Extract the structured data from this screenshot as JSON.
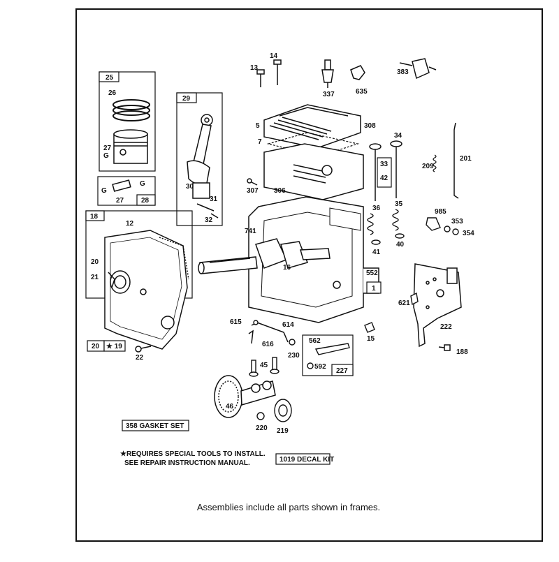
{
  "caption": "Assemblies include all parts shown in frames.",
  "notes": {
    "special_tools_line1": "★REQUIRES SPECIAL TOOLS TO INSTALL.",
    "special_tools_line2": "SEE REPAIR INSTRUCTION MANUAL.",
    "gasket_set": "358  GASKET SET",
    "decal_kit": "1019 DECAL KIT"
  },
  "frames": {
    "f25": "25",
    "f29": "29",
    "f28": "28",
    "f18": "18",
    "f20": "20",
    "f19": "★ 19",
    "f33": "33",
    "f1": "1",
    "f227": "227"
  },
  "parts": {
    "p13": "13",
    "p14": "14",
    "p337": "337",
    "p635": "635",
    "p383": "383",
    "p26": "26",
    "p27a": "27",
    "p27b": "27",
    "p30": "30",
    "p31": "31",
    "p32": "32",
    "p5": "5",
    "p7": "7",
    "p308": "308",
    "p34": "34",
    "p201": "201",
    "p209": "209",
    "p42": "42",
    "p307": "307",
    "p306": "306",
    "p36": "36",
    "p35": "35",
    "p41": "41",
    "p40": "40",
    "p985": "985",
    "p353": "353",
    "p354": "354",
    "p12": "12",
    "p741": "741",
    "p16": "16",
    "p552": "552",
    "p20": "20",
    "p21": "21",
    "p621": "621",
    "p222": "222",
    "p615": "615",
    "p614": "614",
    "p616": "616",
    "p230": "230",
    "p15": "15",
    "p562": "562",
    "p592": "592",
    "p188": "188",
    "p22": "22",
    "p45": "45",
    "p46": "46",
    "p220": "220",
    "p219": "219"
  }
}
